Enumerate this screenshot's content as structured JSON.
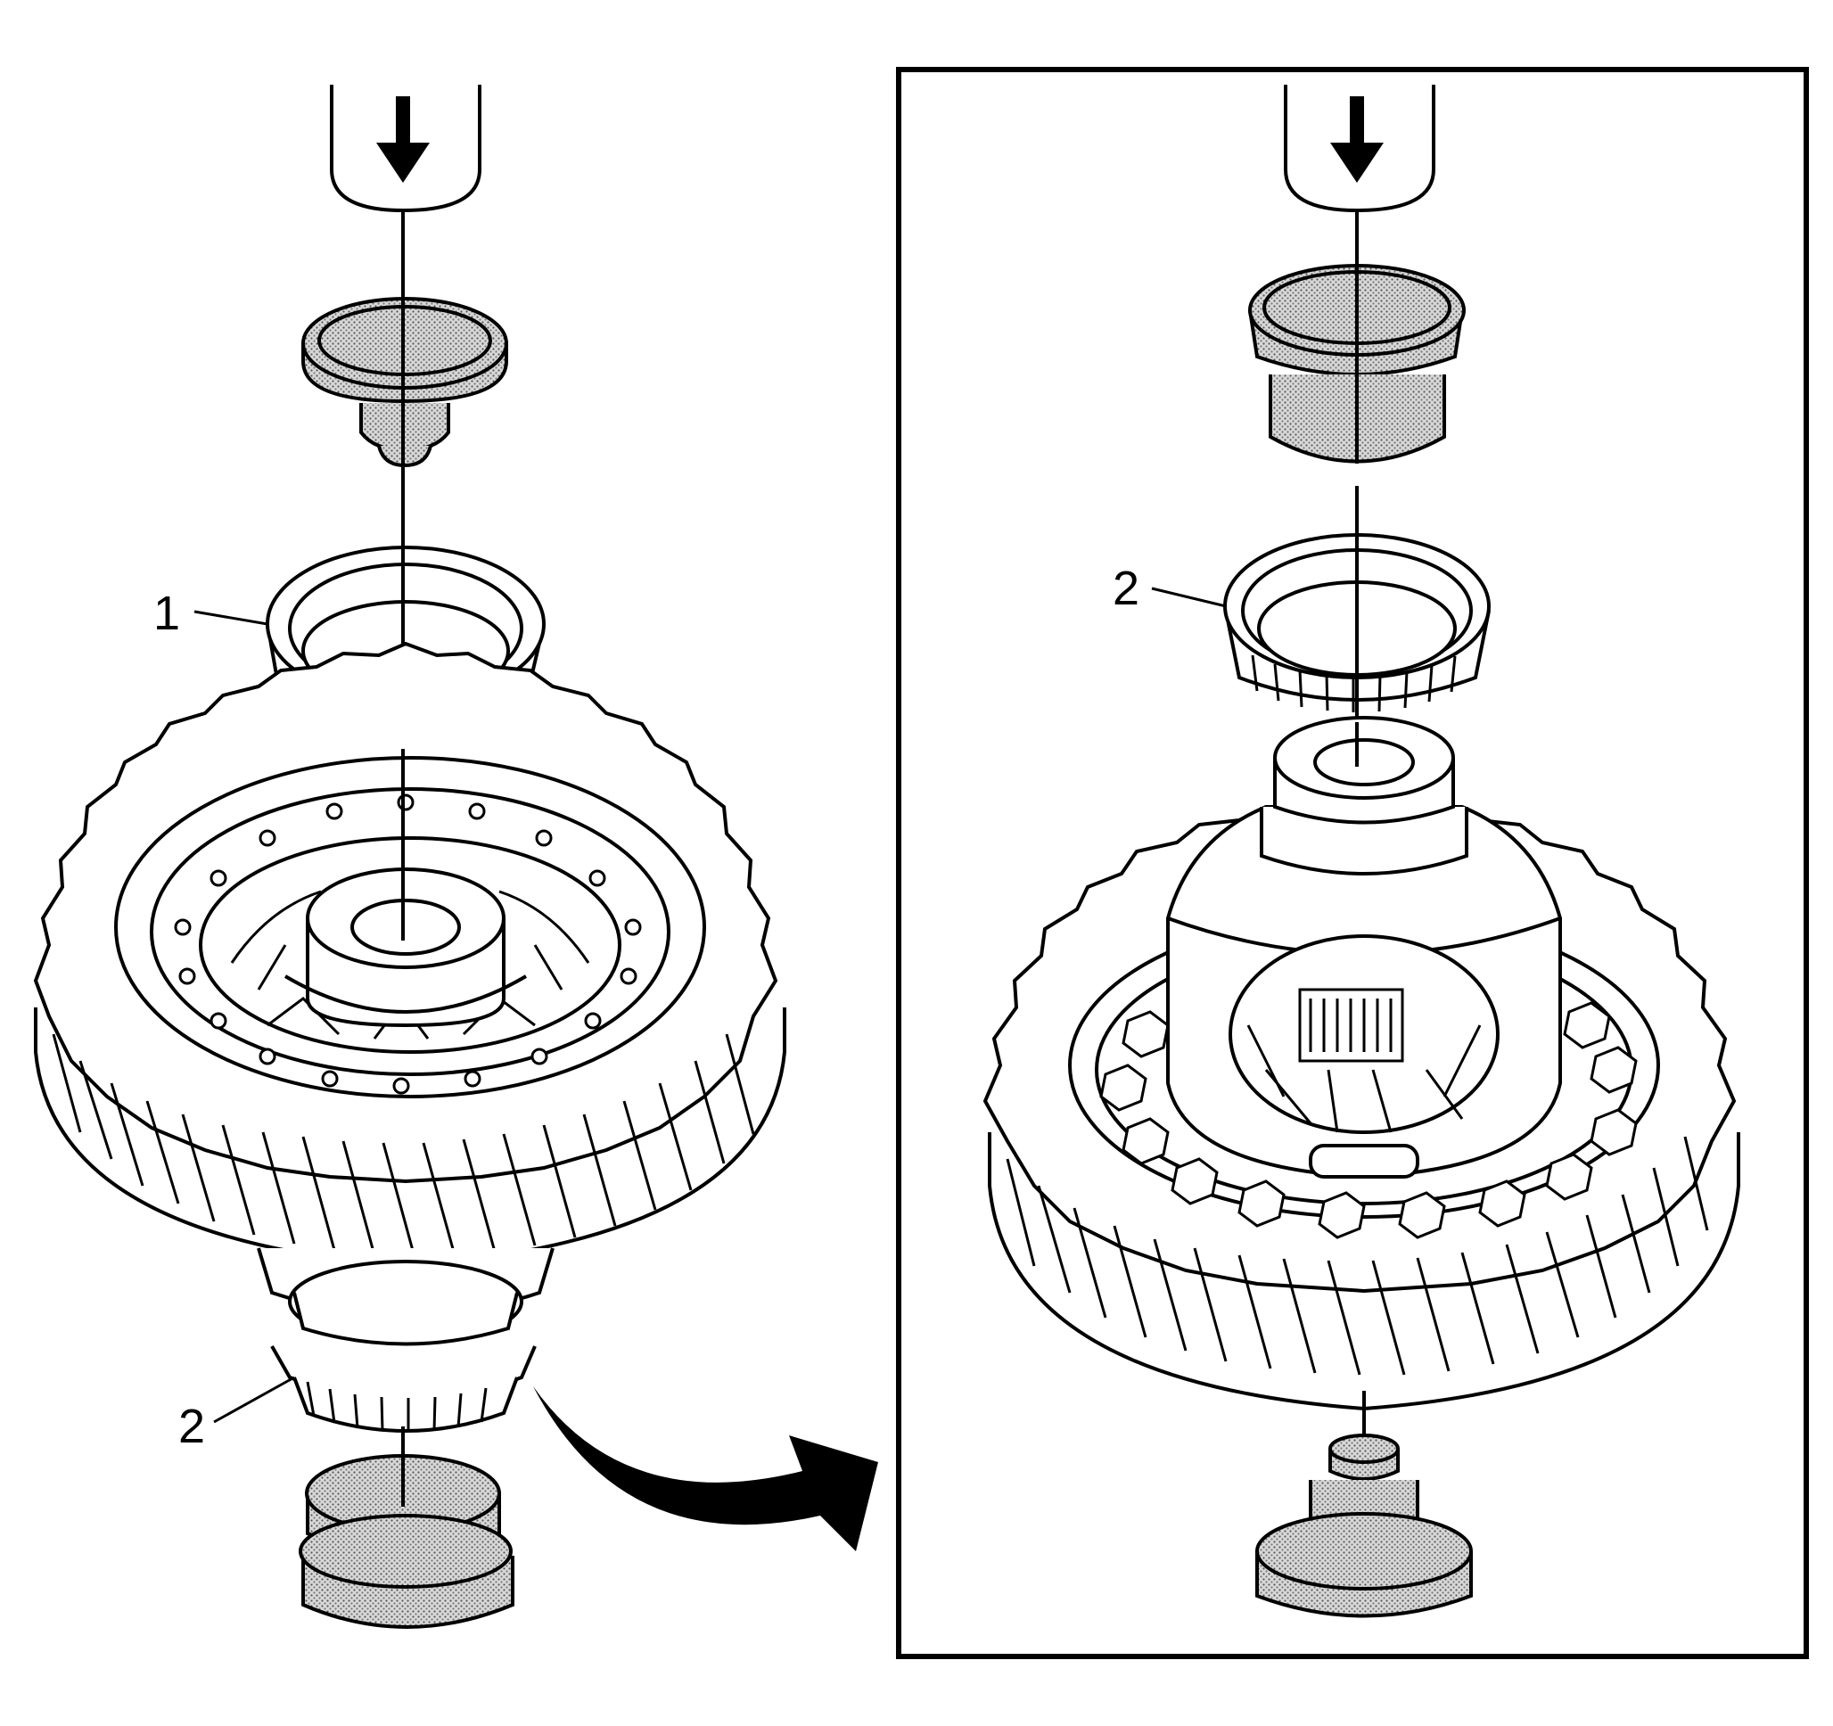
{
  "figure": {
    "background": "#ffffff",
    "ink": "#000000",
    "shade": "#9a9a9a"
  },
  "callouts": {
    "left_part_1": "1",
    "left_part_2": "2",
    "right_part_2": "2"
  },
  "icons": {
    "press_direction": "down-arrow-icon",
    "transition": "curved-arrow-icon"
  }
}
